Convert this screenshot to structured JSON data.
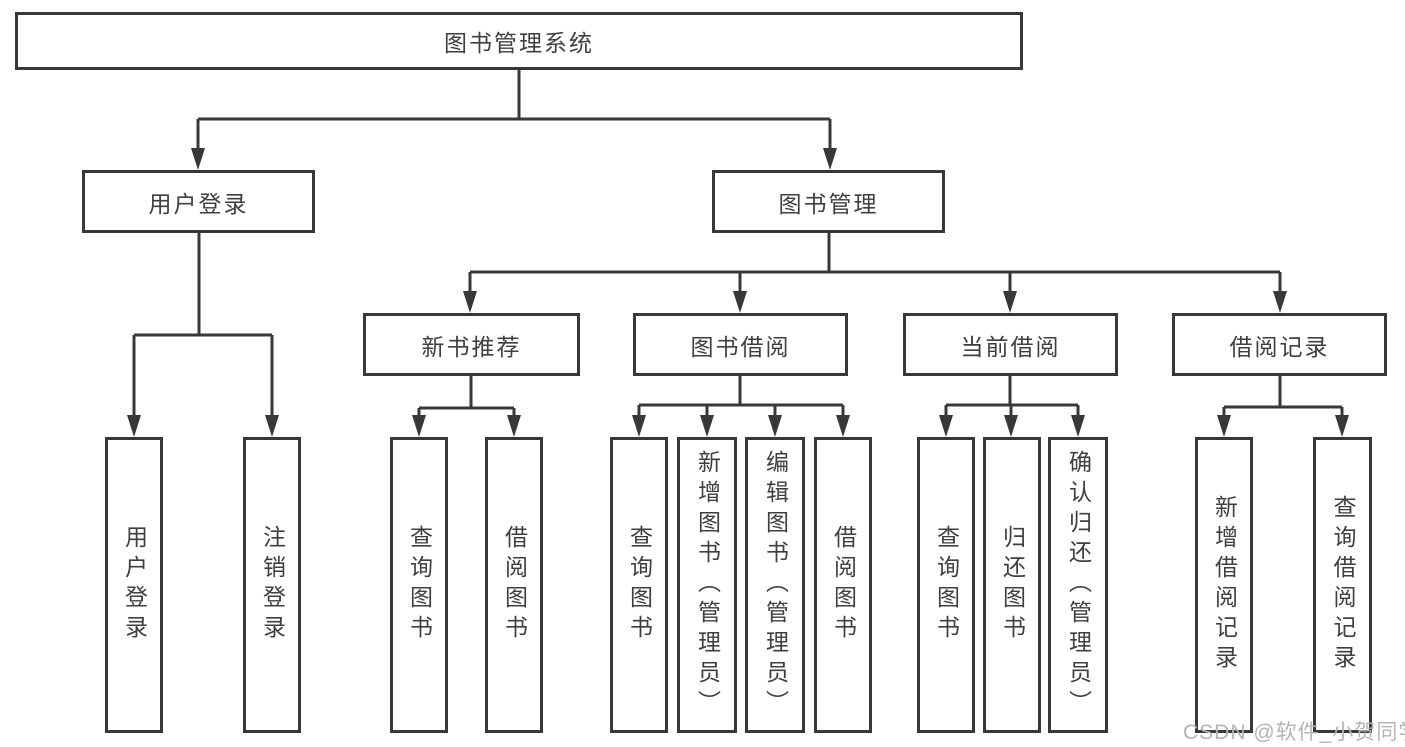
{
  "diagram": {
    "root": {
      "label": "图书管理系统"
    },
    "level1": [
      {
        "label": "用户登录"
      },
      {
        "label": "图书管理"
      }
    ],
    "user_leaves": [
      {
        "label": "用户登录"
      },
      {
        "label": "注销登录"
      }
    ],
    "level2": [
      {
        "label": "新书推荐"
      },
      {
        "label": "图书借阅"
      },
      {
        "label": "当前借阅"
      },
      {
        "label": "借阅记录"
      }
    ],
    "leaves": {
      "recommend": [
        {
          "label": "查询图书"
        },
        {
          "label": "借阅图书"
        }
      ],
      "borrow": [
        {
          "label": "查询图书"
        },
        {
          "label": "新增图书（管理员）"
        },
        {
          "label": "编辑图书（管理员）"
        },
        {
          "label": "借阅图书"
        }
      ],
      "current": [
        {
          "label": "查询图书"
        },
        {
          "label": "归还图书"
        },
        {
          "label": "确认归还（管理员）"
        }
      ],
      "records": [
        {
          "label": "新增借阅记录"
        },
        {
          "label": "查询借阅记录"
        }
      ]
    }
  },
  "watermark": {
    "text": "CSDN @软件_小贺同学"
  },
  "colors": {
    "line": "#383838",
    "box_border": "#383838",
    "text": "#3f3f3f",
    "background": "#ffffff",
    "watermark": "#b5b5b5"
  }
}
